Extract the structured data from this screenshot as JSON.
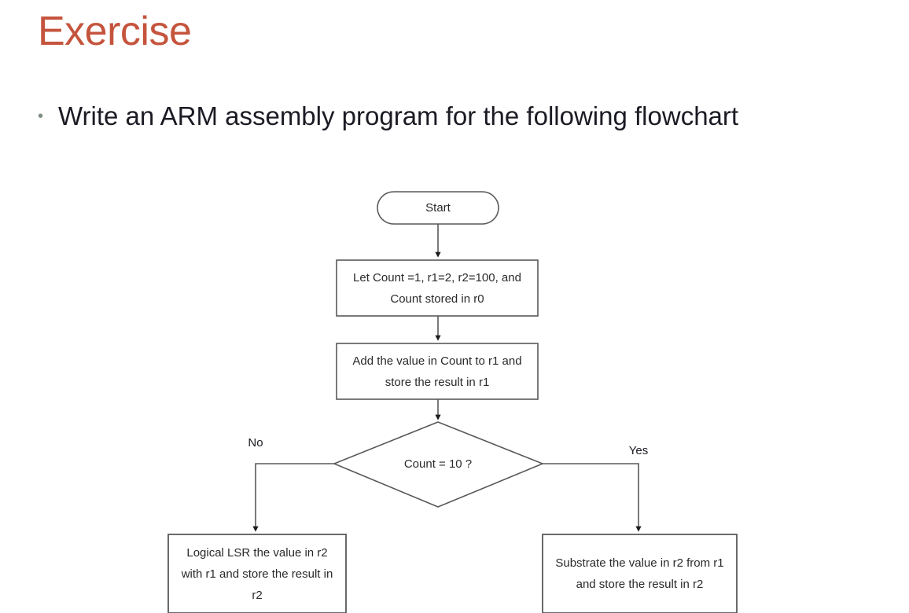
{
  "slide": {
    "title": "Exercise",
    "bullets": [
      {
        "marker": "•",
        "text": "Write an ARM assembly program for the following flowchart"
      }
    ]
  },
  "colors": {
    "title": "#C5543D",
    "body_text": "#1b1b24",
    "flow_stroke": "#595959",
    "flow_text": "#2a2a2a",
    "background": "#ffffff"
  },
  "flowchart": {
    "nodes": {
      "start": {
        "shape": "stadium",
        "label": "Start"
      },
      "init": {
        "shape": "process",
        "label": "Let Count =1, r1=2, r2=100, and Count stored in r0"
      },
      "add": {
        "shape": "process",
        "label": "Add the value in Count to r1 and store the result in r1"
      },
      "decision": {
        "shape": "diamond",
        "label": "Count = 10 ?"
      },
      "lsr": {
        "shape": "process",
        "label": "Logical LSR the value in r2 with r1 and store the result in r2"
      },
      "sub": {
        "shape": "process",
        "label": "Substrate the value in r2 from r1 and store the result in r2"
      }
    },
    "branches": {
      "no": "No",
      "yes": "Yes"
    },
    "edges": [
      {
        "from": "start",
        "to": "init",
        "label": ""
      },
      {
        "from": "init",
        "to": "add",
        "label": ""
      },
      {
        "from": "add",
        "to": "decision",
        "label": ""
      },
      {
        "from": "decision",
        "to": "lsr",
        "label": "No"
      },
      {
        "from": "decision",
        "to": "sub",
        "label": "Yes"
      }
    ]
  }
}
